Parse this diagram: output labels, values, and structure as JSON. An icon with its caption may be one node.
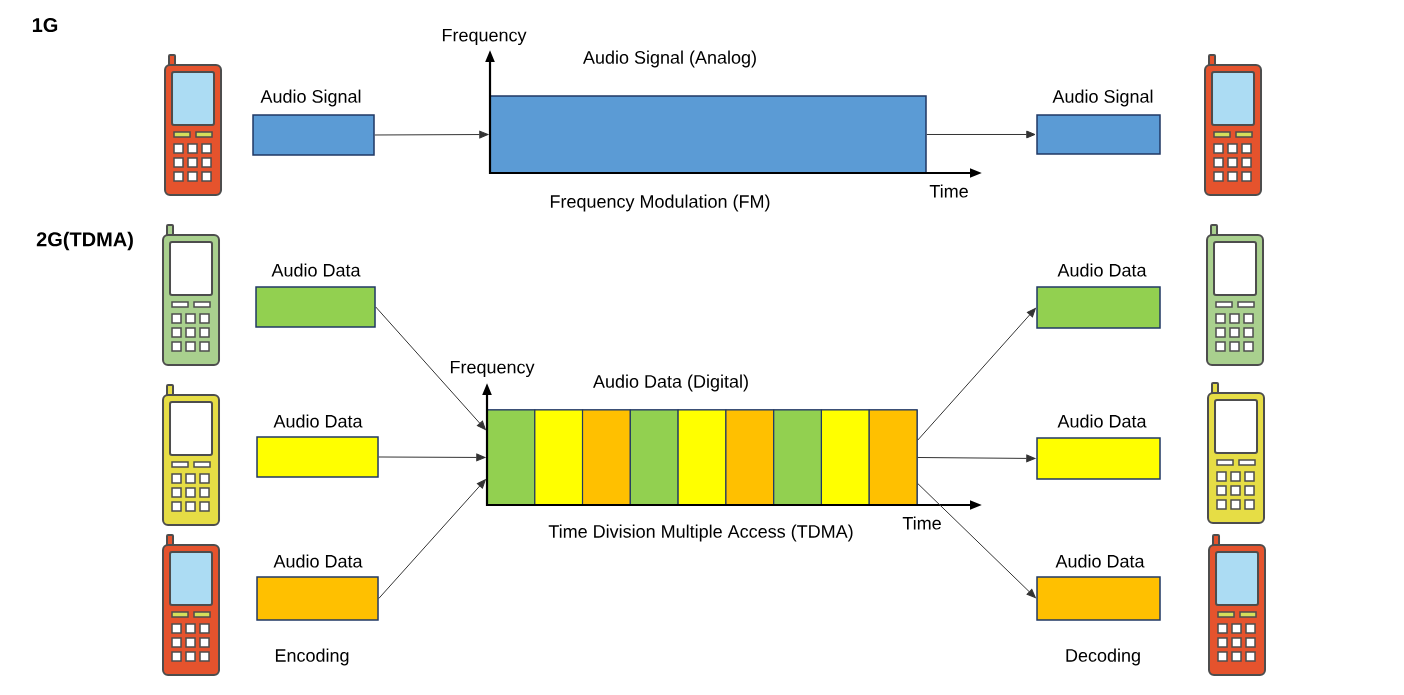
{
  "diagram": {
    "nodes": [
      {
        "text": [
          "Audio Signal"
        ]
      },
      {
        "text": [
          "Audio Signal (Analog)"
        ],
        "beside": [
          "Frequency Modulation (FM)"
        ]
      },
      {
        "text": [
          "Audio Signal"
        ]
      },
      {
        "text": [
          "Audio Data"
        ]
      },
      {
        "text": [
          "Audio Data"
        ]
      },
      {
        "text": [
          "Audio Data"
        ]
      },
      {
        "text": [
          "Audio Data (Digital)"
        ],
        "beside": [
          "Time Division Multiple Access (TDMA)"
        ]
      },
      {
        "text": [],
        "shape": "box",
        "in": 6
      },
      {
        "text": [],
        "shape": "box",
        "in": 6
      },
      {
        "text": [],
        "shape": "box",
        "in": 6
      },
      {
        "text": [],
        "shape": "box",
        "in": 6
      },
      {
        "text": [],
        "shape": "box",
        "in": 6
      },
      {
        "text": [],
        "shape": "box",
        "in": 6
      },
      {
        "text": [],
        "shape": "box",
        "in": 6
      },
      {
        "text": [],
        "shape": "box",
        "in": 6
      },
      {
        "text": [],
        "shape": "box",
        "in": 6
      },
      {
        "text": [
          "Audio Data"
        ]
      },
      {
        "text": [
          "Audio Data"
        ]
      },
      {
        "text": [
          "Audio Data"
        ]
      }
    ],
    "edges": [
      {
        "from": 0,
        "to": 1,
        "arrow": "to"
      },
      {
        "from": 1,
        "to": 2,
        "arrow": "to"
      },
      {
        "from": 3,
        "to": 6,
        "arrow": "to"
      },
      {
        "from": 4,
        "to": 6,
        "arrow": "to"
      },
      {
        "from": 5,
        "to": 6,
        "arrow": "to"
      },
      {
        "from": 6,
        "to": 16,
        "arrow": "to"
      },
      {
        "from": 6,
        "to": 17,
        "arrow": "to"
      },
      {
        "from": 6,
        "to": 18,
        "arrow": "to"
      }
    ],
    "labels": [
      "1G",
      "Frequency",
      "Time",
      "2G(TDMA)",
      "Frequency",
      "Time",
      "Encoding",
      "Decoding"
    ]
  }
}
